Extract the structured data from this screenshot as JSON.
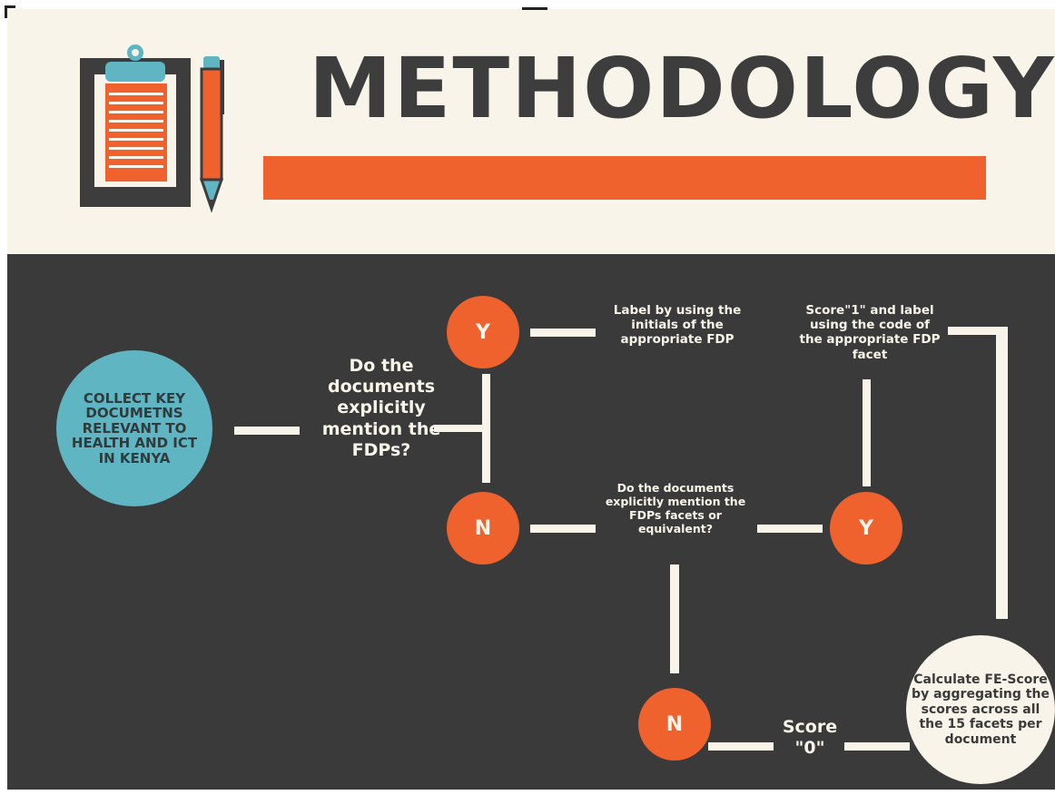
{
  "header": {
    "title": "METHODOLOGY"
  },
  "flow": {
    "start": "COLLECT KEY DOCUMETNS RELEVANT TO HEALTH AND ICT IN KENYA",
    "question1": "Do the documents explicitly mention the FDPs?",
    "y1": "Y",
    "n1": "N",
    "label_by_initials": "Label by using the initials of the appropriate FDP",
    "question2": "Do the documents explicitly mention the FDPs facets or equivalent?",
    "y2": "Y",
    "n2": "N",
    "score1_label": "Score\"1\" and label using the code of the appropriate FDP facet",
    "score0": "Score \"0\"",
    "calculate": "Calculate FE-Score by aggregating the scores across all the 15 facets per document"
  },
  "icons": [
    "clipboard-icon",
    "pen-icon"
  ],
  "colors": {
    "orange": "#ef612d",
    "teal": "#5fb5c2",
    "dark": "#3a3a3a",
    "cream": "#f8f4e9"
  }
}
